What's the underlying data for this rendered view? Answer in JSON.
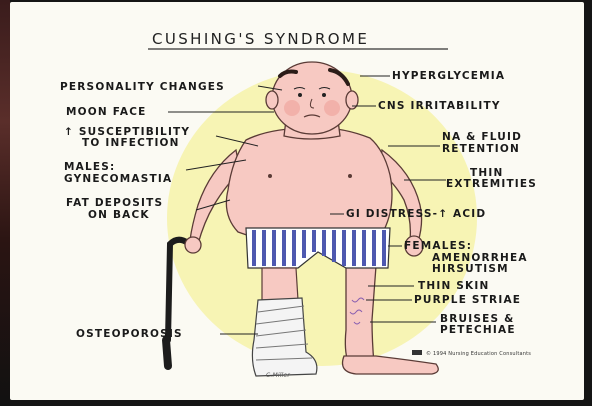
{
  "title": "CUSHING'S SYNDROME",
  "labels": {
    "personality": "PERSONALITY CHANGES",
    "moon_face": "MOON FACE",
    "susceptibility_1": "↑ SUSCEPTIBILITY",
    "susceptibility_2": "TO INFECTION",
    "males_1": "MALES:",
    "males_2": "GYNECOMASTIA",
    "fat_1": "FAT DEPOSITS",
    "fat_2": "ON BACK",
    "osteoporosis": "OSTEOPOROSIS",
    "hyperglycemia": "HYPERGLYCEMIA",
    "cns": "CNS IRRITABILITY",
    "na_1": "NA & FLUID",
    "na_2": "RETENTION",
    "thin_ext_1": "THIN",
    "thin_ext_2": "EXTREMITIES",
    "gi": "GI DISTRESS-↑ ACID",
    "females_1": "FEMALES:",
    "females_2": "AMENORRHEA",
    "females_3": "HIRSUTISM",
    "thin_skin": "THIN SKIN",
    "purple": "PURPLE STRIAE",
    "bruises_1": "BRUISES &",
    "bruises_2": "PETECHIAE"
  },
  "copyright": "© 1994 Nursing Education Consultants",
  "signature": "C.Miller",
  "colors": {
    "skin": "#f7c9c2",
    "halo": "#f6f2a8",
    "shorts_stripe": "#4e58b0",
    "cane": "#1c1c1c"
  }
}
